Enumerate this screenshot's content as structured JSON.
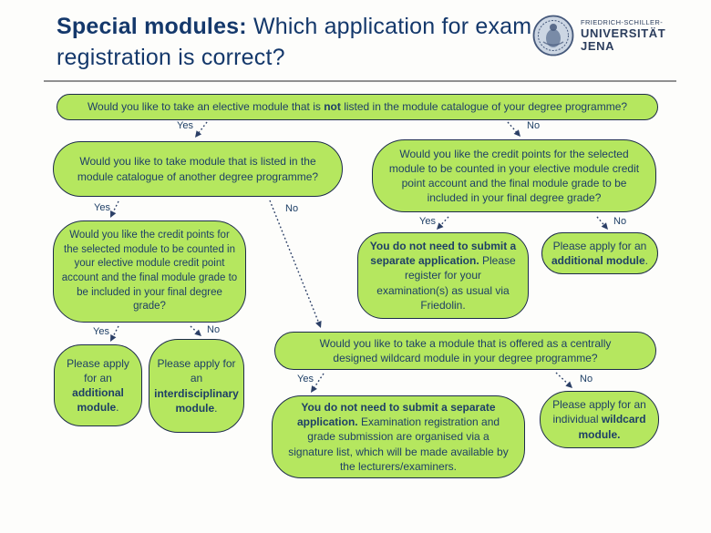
{
  "header": {
    "title_bold": "Special modules:",
    "title_rest": " Which application for exam registration is correct?",
    "logo": {
      "line1": "FRIEDRICH-SCHILLER-",
      "line2": "UNIVERSITÄT",
      "line3": "JENA",
      "seal_icon": "university-seal"
    }
  },
  "colors": {
    "box_green": "#b5e75f",
    "box_border": "#1c2b4a",
    "text_navy": "#1e3f66",
    "title_navy": "#14386b",
    "arrow_navy": "#2b3f66",
    "divider_gray": "#909090"
  },
  "flow": {
    "labels": {
      "yes": "Yes",
      "no": "No"
    },
    "nodes": {
      "q_elective": {
        "pre": "Would you like to take an elective module that is ",
        "bold": "not",
        "post": " listed in the module catalogue of your degree programme?"
      },
      "q_another_catalogue": {
        "pre": "Would you like to take module that is listed in the module catalogue of another degree programme?",
        "bold": "",
        "post": ""
      },
      "q_credit_points_right": {
        "pre": "Would you like the credit points for the selected module to be counted in your elective module credit point account and the final module grade to be included in your final degree grade?",
        "bold": "",
        "post": ""
      },
      "q_credit_points_left": {
        "pre": "Would you like the credit points for the selected module to be counted in your elective module credit point account and the final module grade to be included in your final degree grade?",
        "bold": "",
        "post": ""
      },
      "a_additional_left": {
        "pre": "Please apply for an ",
        "bold": "additional module",
        "post": "."
      },
      "a_interdisciplinary": {
        "pre": "Please apply for an ",
        "bold": "interdisciplinary module",
        "post": "."
      },
      "a_friedolin": {
        "pre": "",
        "bold": "You do not need to submit a separate application.",
        "post": " Please register for your examination(s) as usual via Friedolin."
      },
      "a_additional_right": {
        "pre": "Please apply for an ",
        "bold": "additional module",
        "post": "."
      },
      "q_wildcard": {
        "pre": "Would you like to take a module that is offered as a centrally designed wildcard module in your degree programme?",
        "bold": "",
        "post": ""
      },
      "a_signature_list": {
        "pre": "",
        "bold": "You do not need to submit a separate application.",
        "post": " Examination registration and grade submission are organised via a signature list, which will be made available by the lecturers/examiners."
      },
      "a_individual_wildcard": {
        "pre": "Please apply for an individual ",
        "bold": "wildcard module.",
        "post": ""
      }
    }
  }
}
